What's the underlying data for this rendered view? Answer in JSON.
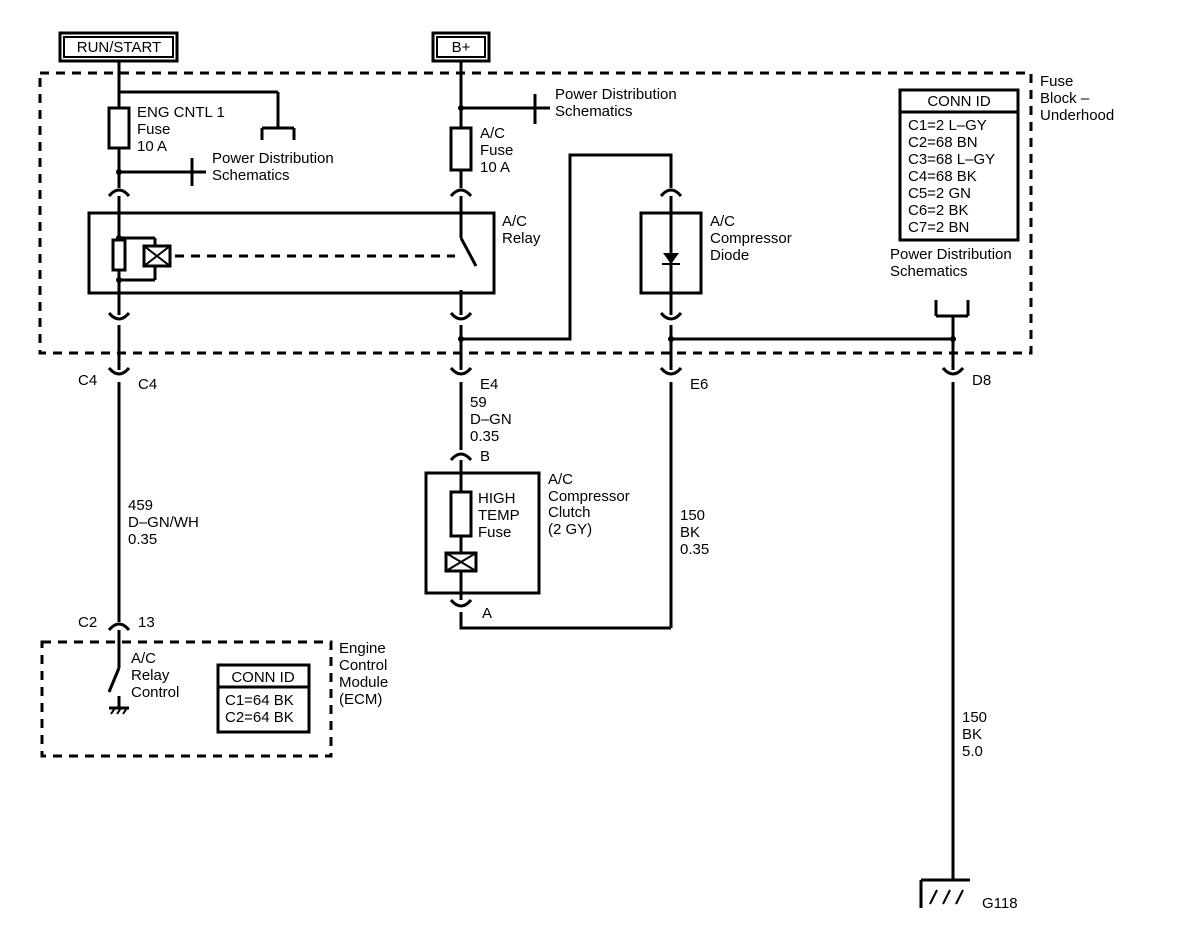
{
  "power_sources": {
    "run_start": "RUN/START",
    "b_plus": "B+"
  },
  "fuse_block": {
    "name_line1": "Fuse",
    "name_line2": "Block –",
    "name_line3": "Underhood",
    "eng_fuse": {
      "line1": "ENG CNTL 1",
      "line2": "Fuse",
      "line3": "10 A"
    },
    "ac_fuse": {
      "line1": "A/C",
      "line2": "Fuse",
      "line3": "10 A"
    },
    "pd_sch_1": {
      "line1": "Power Distribution",
      "line2": "Schematics"
    },
    "pd_sch_2": {
      "line1": "Power Distribution",
      "line2": "Schematics"
    },
    "pd_sch_3": {
      "line1": "Power Distribution",
      "line2": "Schematics"
    },
    "relay": {
      "line1": "A/C",
      "line2": "Relay"
    },
    "diode": {
      "line1": "A/C",
      "line2": "Compressor",
      "line3": "Diode"
    },
    "conn_id": {
      "title": "CONN ID",
      "rows": [
        "C1=2 L–GY",
        "C2=68 BN",
        "C3=68 L–GY",
        "C4=68 BK",
        "C5=2 GN",
        "C6=2 BK",
        "C7=2 BN"
      ]
    }
  },
  "connectors": {
    "c4_left": "C4",
    "c4_right": "C4",
    "e4": "E4",
    "e6": "E6",
    "d8": "D8",
    "b": "B",
    "a": "A",
    "c2": "C2",
    "pin13": "13"
  },
  "wires": {
    "w459": {
      "line1": "459",
      "line2": "D–GN/WH",
      "line3": "0.35"
    },
    "w59": {
      "line1": "59",
      "line2": "D–GN",
      "line3": "0.35"
    },
    "w150a": {
      "line1": "150",
      "line2": "BK",
      "line3": "0.35"
    },
    "w150b": {
      "line1": "150",
      "line2": "BK",
      "line3": "5.0"
    }
  },
  "clutch": {
    "name": {
      "line1": "A/C",
      "line2": "Compressor",
      "line3": "Clutch",
      "line4": "(2 GY)"
    },
    "fuse": {
      "line1": "HIGH",
      "line2": "TEMP",
      "line3": "Fuse"
    }
  },
  "ecm": {
    "name": {
      "line1": "Engine",
      "line2": "Control",
      "line3": "Module",
      "line4": "(ECM)"
    },
    "relay_control": {
      "line1": "A/C",
      "line2": "Relay",
      "line3": "Control"
    },
    "conn_id": {
      "title": "CONN ID",
      "rows": [
        "C1=64 BK",
        "C2=64 BK"
      ]
    }
  },
  "ground": {
    "label": "G118"
  }
}
